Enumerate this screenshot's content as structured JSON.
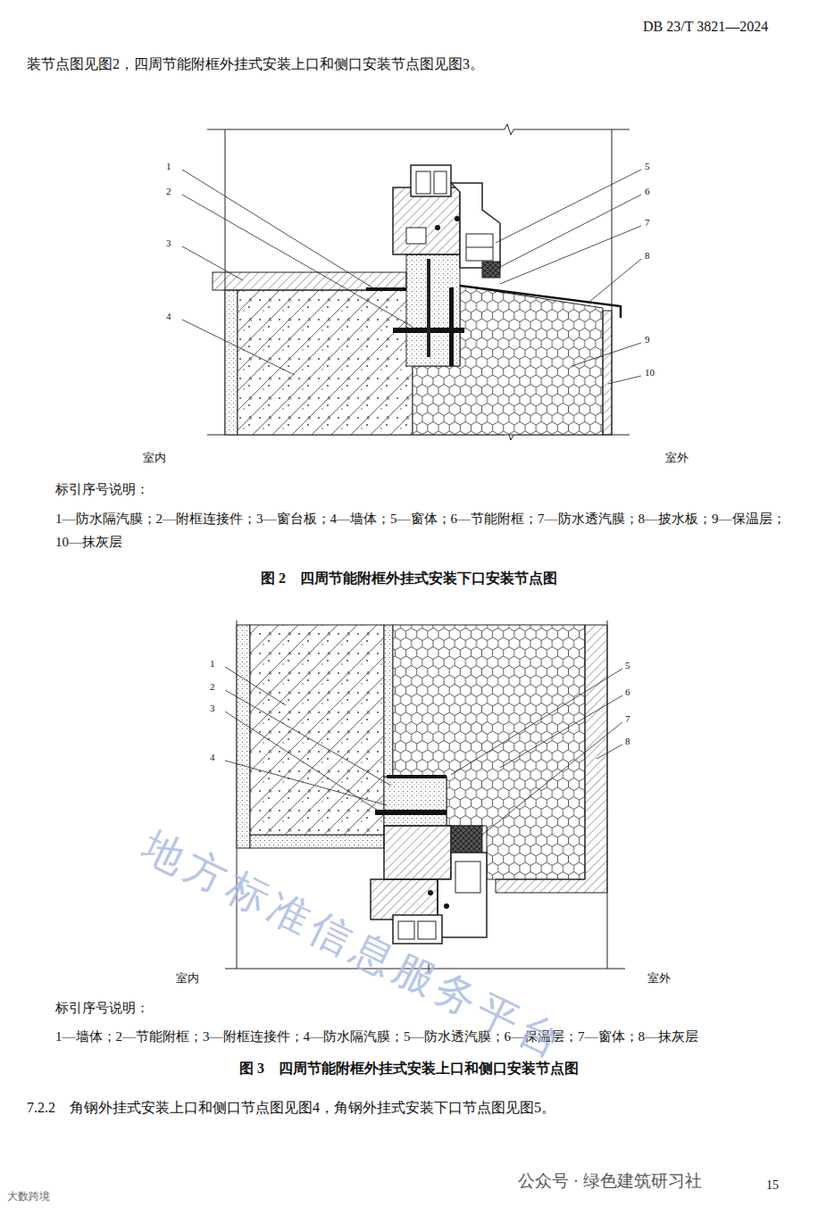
{
  "diagram": {
    "labels": [
      "DB 23/T 3821—2024",
      "装节点图见图2，四周节能附框外挂式安装上口和侧口安装节点图见图3。",
      "1",
      "2",
      "3",
      "4",
      "5",
      "6",
      "7",
      "8",
      "9",
      "10",
      "室内",
      "室外",
      "标引序号说明：",
      "1—防水隔汽膜；2—附框连接件；3—窗台板；4—墙体；5—窗体；6—节能附框；7—防水透汽膜；8—披水板；9—保温层；10—抹灰层",
      "图 2　四周节能附框外挂式安装下口安装节点图",
      "1",
      "2",
      "3",
      "4",
      "5",
      "6",
      "7",
      "8",
      "室内",
      "室外",
      "标引序号说明：",
      "1—墙体；2—节能附框；3—附框连接件；4—防水隔汽膜；5—防水透汽膜；6—保温层；7—窗体；8—抹灰层",
      "图 3　四周节能附框外挂式安装上口和侧口安装节点图",
      "7.2.2　角钢外挂式安装上口和侧口节点图见图4，角钢外挂式安装下口节点图见图5。",
      "地方标准信息服务平台",
      "公众号 · 绿色建筑研习社",
      "15",
      "大数跨境"
    ]
  }
}
